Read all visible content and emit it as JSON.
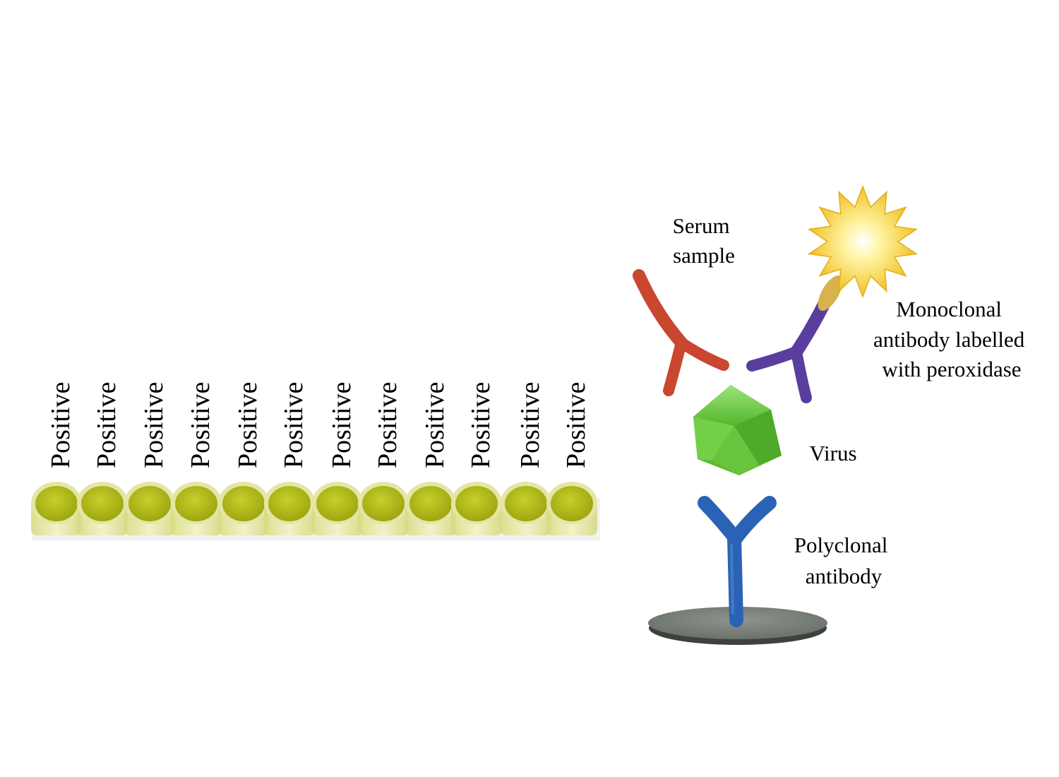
{
  "wells": {
    "labels": [
      "Positive",
      "Positive",
      "Positive",
      "Positive",
      "Positive",
      "Positive",
      "Positive",
      "Positive",
      "Positive",
      "Positive",
      "Positive",
      "Positive"
    ],
    "liquid_color": "#b9c21a",
    "rim_color": "#e4e6a6",
    "body_color": "#e9ea9c"
  },
  "diagram": {
    "serum_sample": {
      "line1": "Serum",
      "line2": "sample",
      "color": "#c9472f"
    },
    "monoclonal": {
      "line1": "Monoclonal",
      "line2": "antibody labelled",
      "line3": "with peroxidase",
      "color": "#5a3e9e",
      "enzyme_color": "#f8d43a"
    },
    "virus": {
      "label": "Virus",
      "color": "#6bcd3f"
    },
    "polyclonal": {
      "line1": "Polyclonal",
      "line2": "antibody",
      "color": "#2a63b6"
    },
    "plate_color": "#7b827c"
  }
}
